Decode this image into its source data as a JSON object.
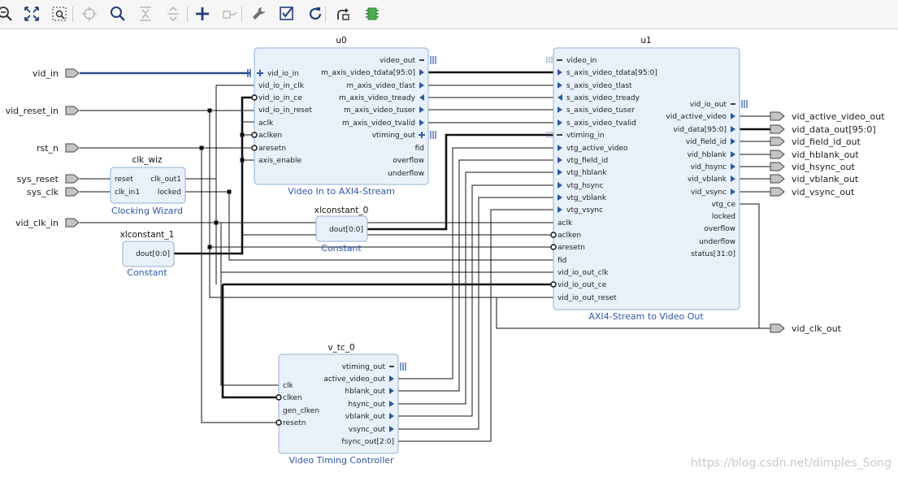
{
  "toolbar": {
    "buttons": [
      {
        "name": "zoom-out-icon",
        "interactive": true
      },
      {
        "name": "zoom-fit-icon",
        "interactive": true
      },
      {
        "name": "zoom-area-icon",
        "interactive": true
      },
      {
        "name": "center-icon",
        "interactive": false
      },
      {
        "name": "search-icon",
        "interactive": true
      },
      {
        "name": "collapse-all-icon",
        "interactive": false
      },
      {
        "name": "expand-all-icon",
        "interactive": false
      },
      {
        "name": "add-ip-icon",
        "interactive": true
      },
      {
        "name": "make-connection-icon",
        "interactive": false
      },
      {
        "name": "properties-wrench-icon",
        "interactive": true
      },
      {
        "name": "validate-design-icon",
        "interactive": true
      },
      {
        "name": "refresh-icon",
        "interactive": true
      },
      {
        "name": "regenerate-layout-icon",
        "interactive": true
      },
      {
        "name": "drc-icon",
        "interactive": true
      }
    ]
  },
  "ports": {
    "vid_in": "vid_in",
    "vid_reset_in": "vid_reset_in",
    "rst_n": "rst_n",
    "sys_reset": "sys_reset",
    "sys_clk": "sys_clk",
    "vid_clk_in": "vid_clk_in",
    "vid_active_video_out": "vid_active_video_out",
    "vid_data_out": "vid_data_out[95:0]",
    "vid_field_id_out": "vid_field_id_out",
    "vid_hblank_out": "vid_hblank_out",
    "vid_hsync_out": "vid_hsync_out",
    "vid_vblank_out": "vid_vblank_out",
    "vid_vsync_out": "vid_vsync_out",
    "vid_clk_out": "vid_clk_out"
  },
  "blocks": {
    "u0": {
      "instance": "u0",
      "title": "Video In to AXI4-Stream",
      "pins_left": [
        "vid_io_in",
        "vid_io_in_clk",
        "vid_io_in_ce",
        "vid_io_in_reset",
        "aclk",
        "aclken",
        "aresetn",
        "axis_enable"
      ],
      "pins_right": [
        "video_out",
        "m_axis_video_tdata[95:0]",
        "m_axis_video_tlast",
        "m_axis_video_tready",
        "m_axis_video_tuser",
        "m_axis_video_tvalid",
        "vtiming_out",
        "fid",
        "overflow",
        "underflow"
      ]
    },
    "u1": {
      "instance": "u1",
      "title": "AXI4-Stream to Video Out",
      "pins_left": [
        "video_in",
        "s_axis_video_tdata[95:0]",
        "s_axis_video_tlast",
        "s_axis_video_tready",
        "s_axis_video_tuser",
        "s_axis_video_tvalid",
        "vtiming_in",
        "vtg_active_video",
        "vtg_field_id",
        "vtg_hblank",
        "vtg_hsync",
        "vtg_vblank",
        "vtg_vsync",
        "aclk",
        "aclken",
        "aresetn",
        "fid",
        "vid_io_out_clk",
        "vid_io_out_ce",
        "vid_io_out_reset"
      ],
      "pins_right": [
        "vid_io_out",
        "vid_active_video",
        "vid_data[95:0]",
        "vid_field_id",
        "vid_hblank",
        "vid_hsync",
        "vid_vblank",
        "vid_vsync",
        "vtg_ce",
        "locked",
        "overflow",
        "underflow",
        "status[31:0]"
      ]
    },
    "clk_wiz": {
      "instance": "clk_wiz",
      "title": "Clocking Wizard",
      "pins_left": [
        "reset",
        "clk_in1"
      ],
      "pins_right": [
        "clk_out1",
        "locked"
      ]
    },
    "xlconstant_0": {
      "instance": "xlconstant_0",
      "title": "Constant",
      "pins_right": [
        "dout[0:0]"
      ]
    },
    "xlconstant_1": {
      "instance": "xlconstant_1",
      "title": "Constant",
      "pins_right": [
        "dout[0:0]"
      ]
    },
    "v_tc_0": {
      "instance": "v_tc_0",
      "title": "Video Timing Controller",
      "pins_left": [
        "clk",
        "clken",
        "gen_clken",
        "resetn"
      ],
      "pins_right": [
        "vtiming_out",
        "active_video_out",
        "hblank_out",
        "hsync_out",
        "vblank_out",
        "vsync_out",
        "fsync_out[2:0]"
      ]
    }
  },
  "watermark": "https://blog.csdn.net/dimples_Song"
}
